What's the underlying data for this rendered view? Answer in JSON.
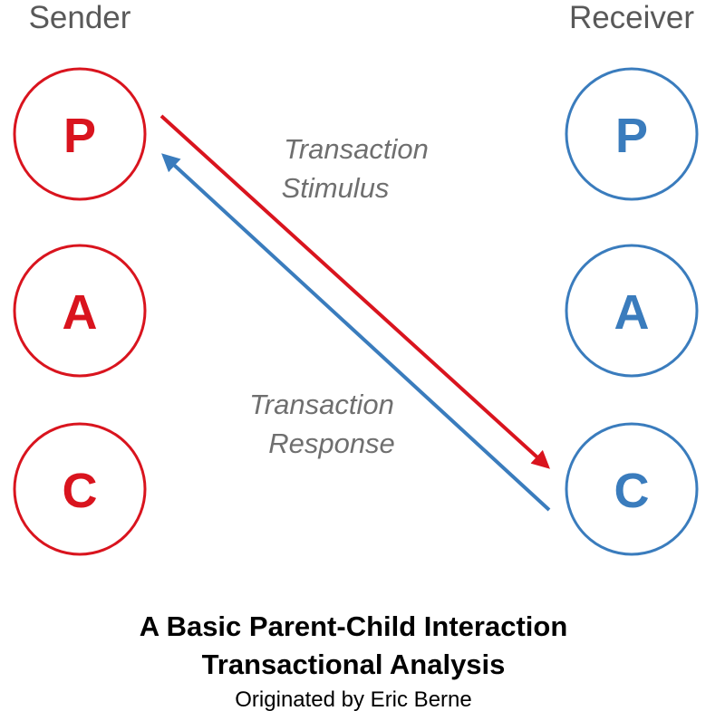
{
  "sender": {
    "label": "Sender",
    "color": "#d9141e",
    "states": [
      "P",
      "A",
      "C"
    ]
  },
  "receiver": {
    "label": "Receiver",
    "color": "#3a7cbd",
    "states": [
      "P",
      "A",
      "C"
    ]
  },
  "stimulus": {
    "line1": "Transaction",
    "line2": "Stimulus",
    "from": "sender-P",
    "to": "receiver-C"
  },
  "response": {
    "line1": "Transaction",
    "line2": "Response",
    "from": "receiver-C",
    "to": "sender-P"
  },
  "caption": {
    "title1": "A Basic Parent-Child Interaction",
    "title2": "Transactional Analysis",
    "credit": "Originated by Eric Berne"
  }
}
